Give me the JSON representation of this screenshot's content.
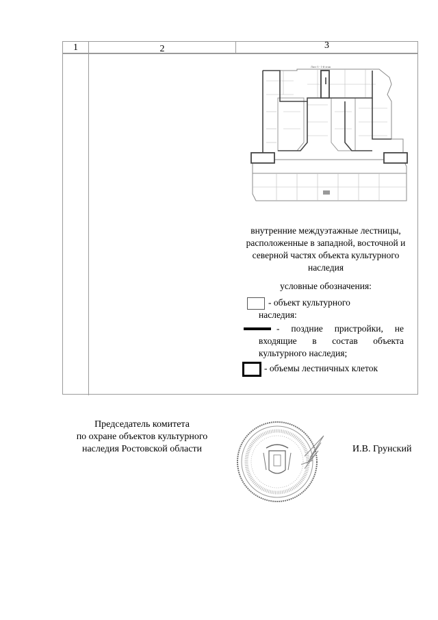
{
  "table": {
    "columns": [
      "1",
      "2",
      "3"
    ],
    "row": {
      "col1": "",
      "col2": "",
      "col3": {
        "plan_caption": "Лист 3 - 1-й этаж",
        "description": "внутренние междуэтажные лестницы, расположенные в западной, восточной и северной частях объекта культурного наследия",
        "legend_title": "условные обозначения:",
        "legend": [
          {
            "symbol": "thin-box",
            "text_line1": "- объект культурного",
            "text_line2": "наследия:"
          },
          {
            "symbol": "thick-line",
            "text_line1": "- поздние пристройки, не",
            "text_line2": "входящие в состав объекта",
            "text_line3": "культурного наследия;"
          },
          {
            "symbol": "thick-box",
            "text_line1": "- объемы лестничных клеток"
          }
        ]
      }
    }
  },
  "signature": {
    "position_line1": "Председатель комитета",
    "position_line2": "по охране объектов культурного",
    "position_line3": "наследия Ростовской области",
    "name": "И.В. Грунский",
    "stamp_label": "official-seal"
  }
}
